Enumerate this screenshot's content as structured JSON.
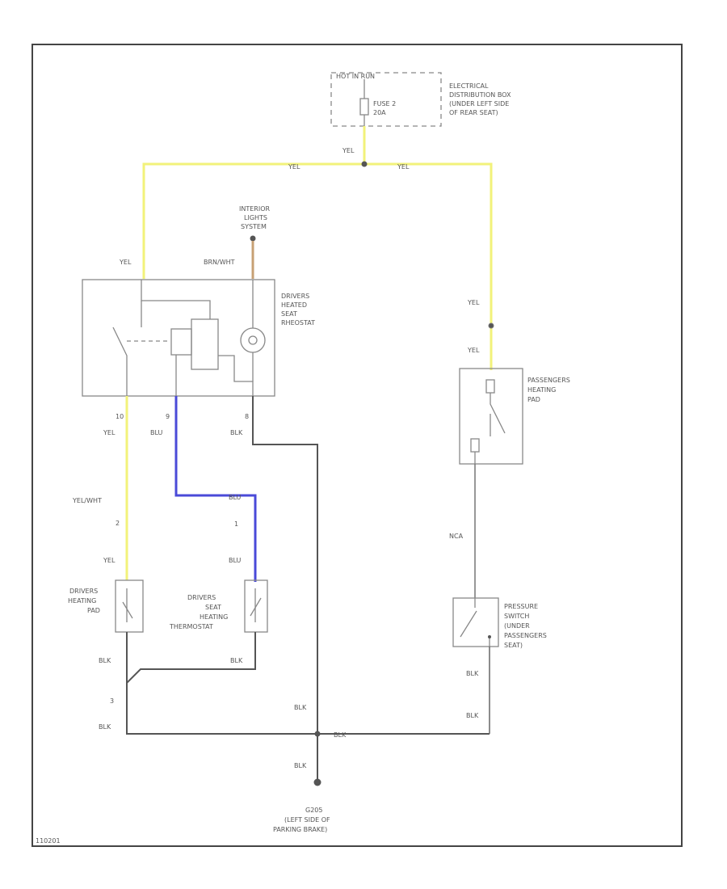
{
  "labels": {
    "hot_in_run": "HOT IN RUN",
    "fuse": [
      "FUSE 2",
      "20A"
    ],
    "elec_box": [
      "ELECTRICAL",
      "DISTRIBUTION BOX",
      "(UNDER LEFT SIDE",
      "OF REAR SEAT)"
    ],
    "interior": [
      "INTERIOR",
      "LIGHTS",
      "SYSTEM"
    ],
    "drivers_rheostat": [
      "DRIVERS",
      "HEATED",
      "SEAT",
      "RHEOSTAT"
    ],
    "passengers_pad": [
      "PASSENGERS",
      "HEATING",
      "PAD"
    ],
    "drivers_pad": [
      "DRIVERS",
      "HEATING",
      "PAD"
    ],
    "thermostat": [
      "DRIVERS",
      "SEAT",
      "HEATING",
      "THERMOSTAT"
    ],
    "pressure_switch": [
      "PRESSURE",
      "SWITCH",
      "(UNDER",
      "PASSENGERS",
      "SEAT)"
    ],
    "ground": [
      "G205",
      "(LEFT SIDE OF",
      "PARKING BRAKE)"
    ],
    "figure_id": "110201"
  },
  "wires": {
    "yel": "YEL",
    "brnwht": "BRN/WHT",
    "blu": "BLU",
    "blk": "BLK",
    "yelwht": "YEL/WHT",
    "nca": "NCA"
  },
  "pins": {
    "rheo_out1": "10",
    "rheo_out2": "9",
    "rheo_out3": "8",
    "conn_yel": "2",
    "conn_blu": "1",
    "conn_blk": "3"
  },
  "colors": {
    "yel_wire": "#f2f27a",
    "blu_wire": "#4a4ad8",
    "blk_wire": "#555555",
    "brn_wire": "#c7a074"
  }
}
